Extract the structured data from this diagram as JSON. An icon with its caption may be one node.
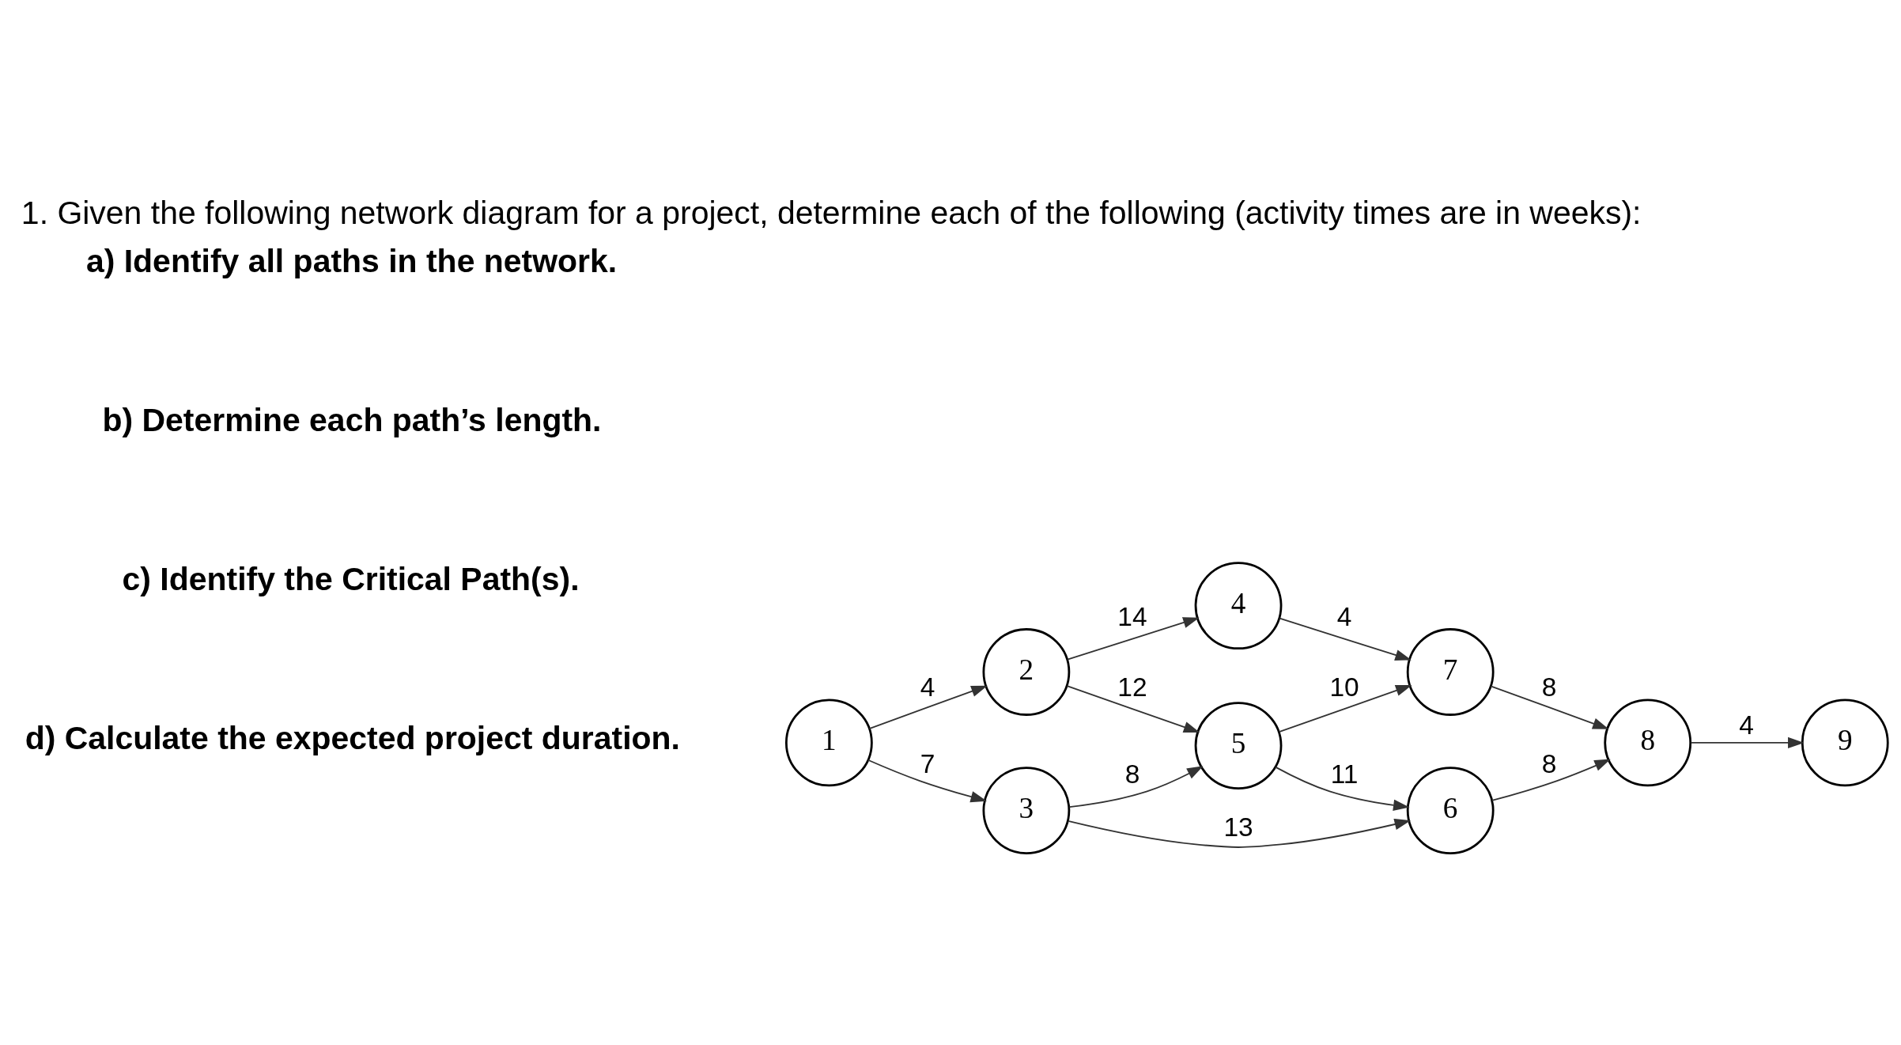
{
  "diagram": {
    "title": "1. Given the following network diagram for a project, determine each of the following (activity times are in weeks):",
    "nodes": [
      {
        "text": [
          "1"
        ]
      },
      {
        "text": [
          "2"
        ]
      },
      {
        "text": [
          "3"
        ]
      },
      {
        "text": [
          "4"
        ]
      },
      {
        "text": [
          "5"
        ]
      },
      {
        "text": [
          "6"
        ]
      },
      {
        "text": [
          "7"
        ]
      },
      {
        "text": [
          "8"
        ]
      },
      {
        "text": [
          "9"
        ]
      }
    ],
    "edges": [
      {
        "from": 0,
        "to": 1,
        "arrow": "to",
        "label": "4"
      },
      {
        "from": 0,
        "to": 2,
        "arrow": "to",
        "label": "7"
      },
      {
        "from": 1,
        "to": 3,
        "arrow": "to",
        "label": "14"
      },
      {
        "from": 1,
        "to": 4,
        "arrow": "to",
        "label": "12"
      },
      {
        "from": 2,
        "to": 4,
        "arrow": "to",
        "label": "8"
      },
      {
        "from": 2,
        "to": 5,
        "arrow": "to",
        "label": "13"
      },
      {
        "from": 3,
        "to": 6,
        "arrow": "to",
        "label": "4"
      },
      {
        "from": 4,
        "to": 6,
        "arrow": "to",
        "label": "10"
      },
      {
        "from": 4,
        "to": 5,
        "arrow": "to",
        "label": "11"
      },
      {
        "from": 6,
        "to": 7,
        "arrow": "to",
        "label": "8"
      },
      {
        "from": 5,
        "to": 7,
        "arrow": "to",
        "label": "8"
      },
      {
        "from": 7,
        "to": 8,
        "arrow": "to",
        "label": "4"
      }
    ],
    "labels": [
      "a) Identify all paths in the network.",
      "b) Determine each path’s length.",
      "c) Identify the Critical Path(s).",
      "d) Calculate the expected project duration."
    ]
  }
}
